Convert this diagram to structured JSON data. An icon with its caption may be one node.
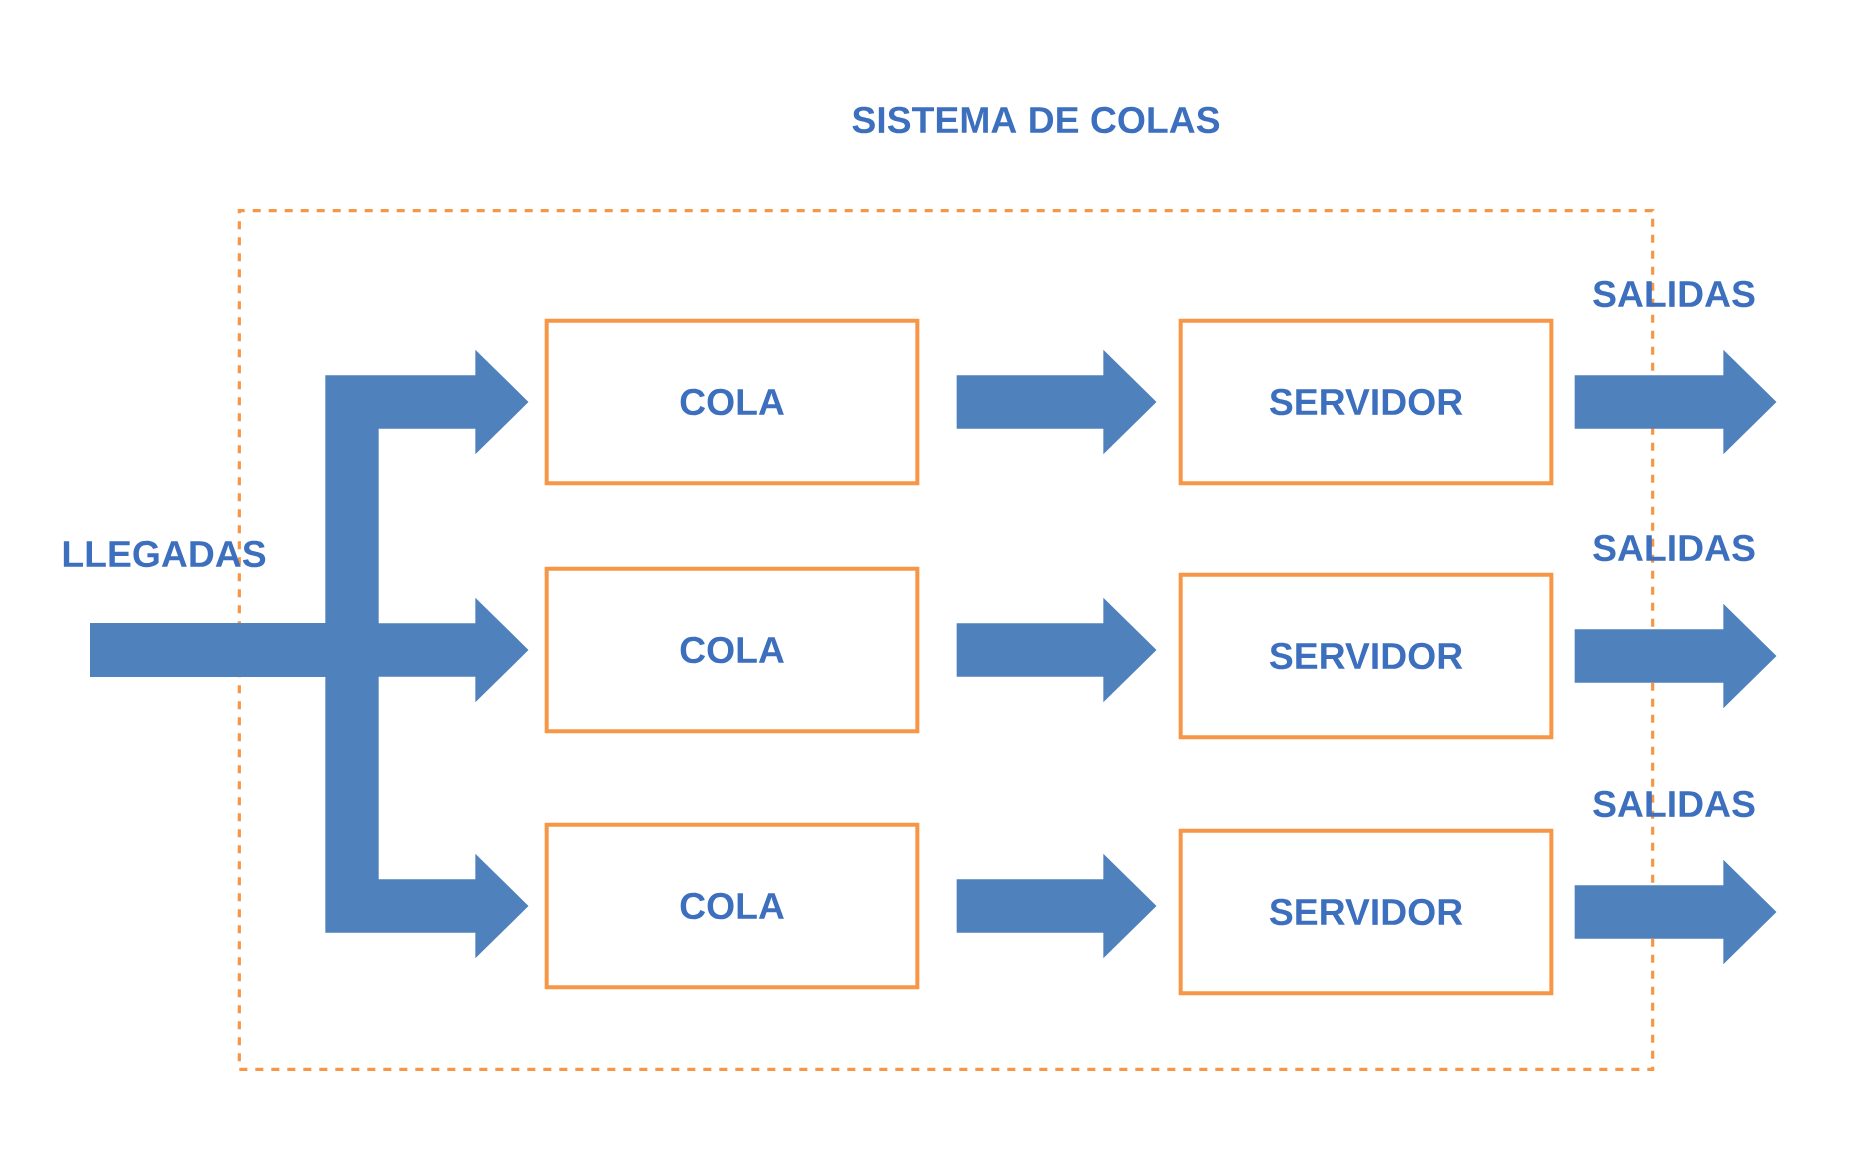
{
  "diagram": {
    "title": "SISTEMA DE COLAS",
    "nodes": [
      {
        "text": [],
        "shape": "box"
      },
      {
        "text": [
          "LLEGADAS"
        ]
      },
      {
        "text": [
          "COLA"
        ],
        "in": 0
      },
      {
        "text": [
          "COLA"
        ],
        "in": 0
      },
      {
        "text": [
          "COLA"
        ],
        "in": 0
      },
      {
        "text": [
          "SERVIDOR"
        ],
        "in": 0
      },
      {
        "text": [
          "SERVIDOR"
        ],
        "in": 0
      },
      {
        "text": [
          "SERVIDOR"
        ],
        "in": 0
      }
    ],
    "edges": [
      {
        "from": 1,
        "to": 2,
        "arrow": "to"
      },
      {
        "from": 1,
        "to": 3,
        "arrow": "to"
      },
      {
        "from": 1,
        "to": 4,
        "arrow": "to"
      },
      {
        "from": 2,
        "to": 5,
        "arrow": "to"
      },
      {
        "from": 3,
        "to": 6,
        "arrow": "to"
      },
      {
        "from": 4,
        "to": 7,
        "arrow": "to"
      },
      {
        "from": 5,
        "to": null,
        "arrow": "to",
        "label": "SALIDAS"
      },
      {
        "from": 6,
        "to": null,
        "arrow": "to",
        "label": "SALIDAS"
      },
      {
        "from": 7,
        "to": null,
        "arrow": "to",
        "label": "SALIDAS"
      }
    ]
  }
}
